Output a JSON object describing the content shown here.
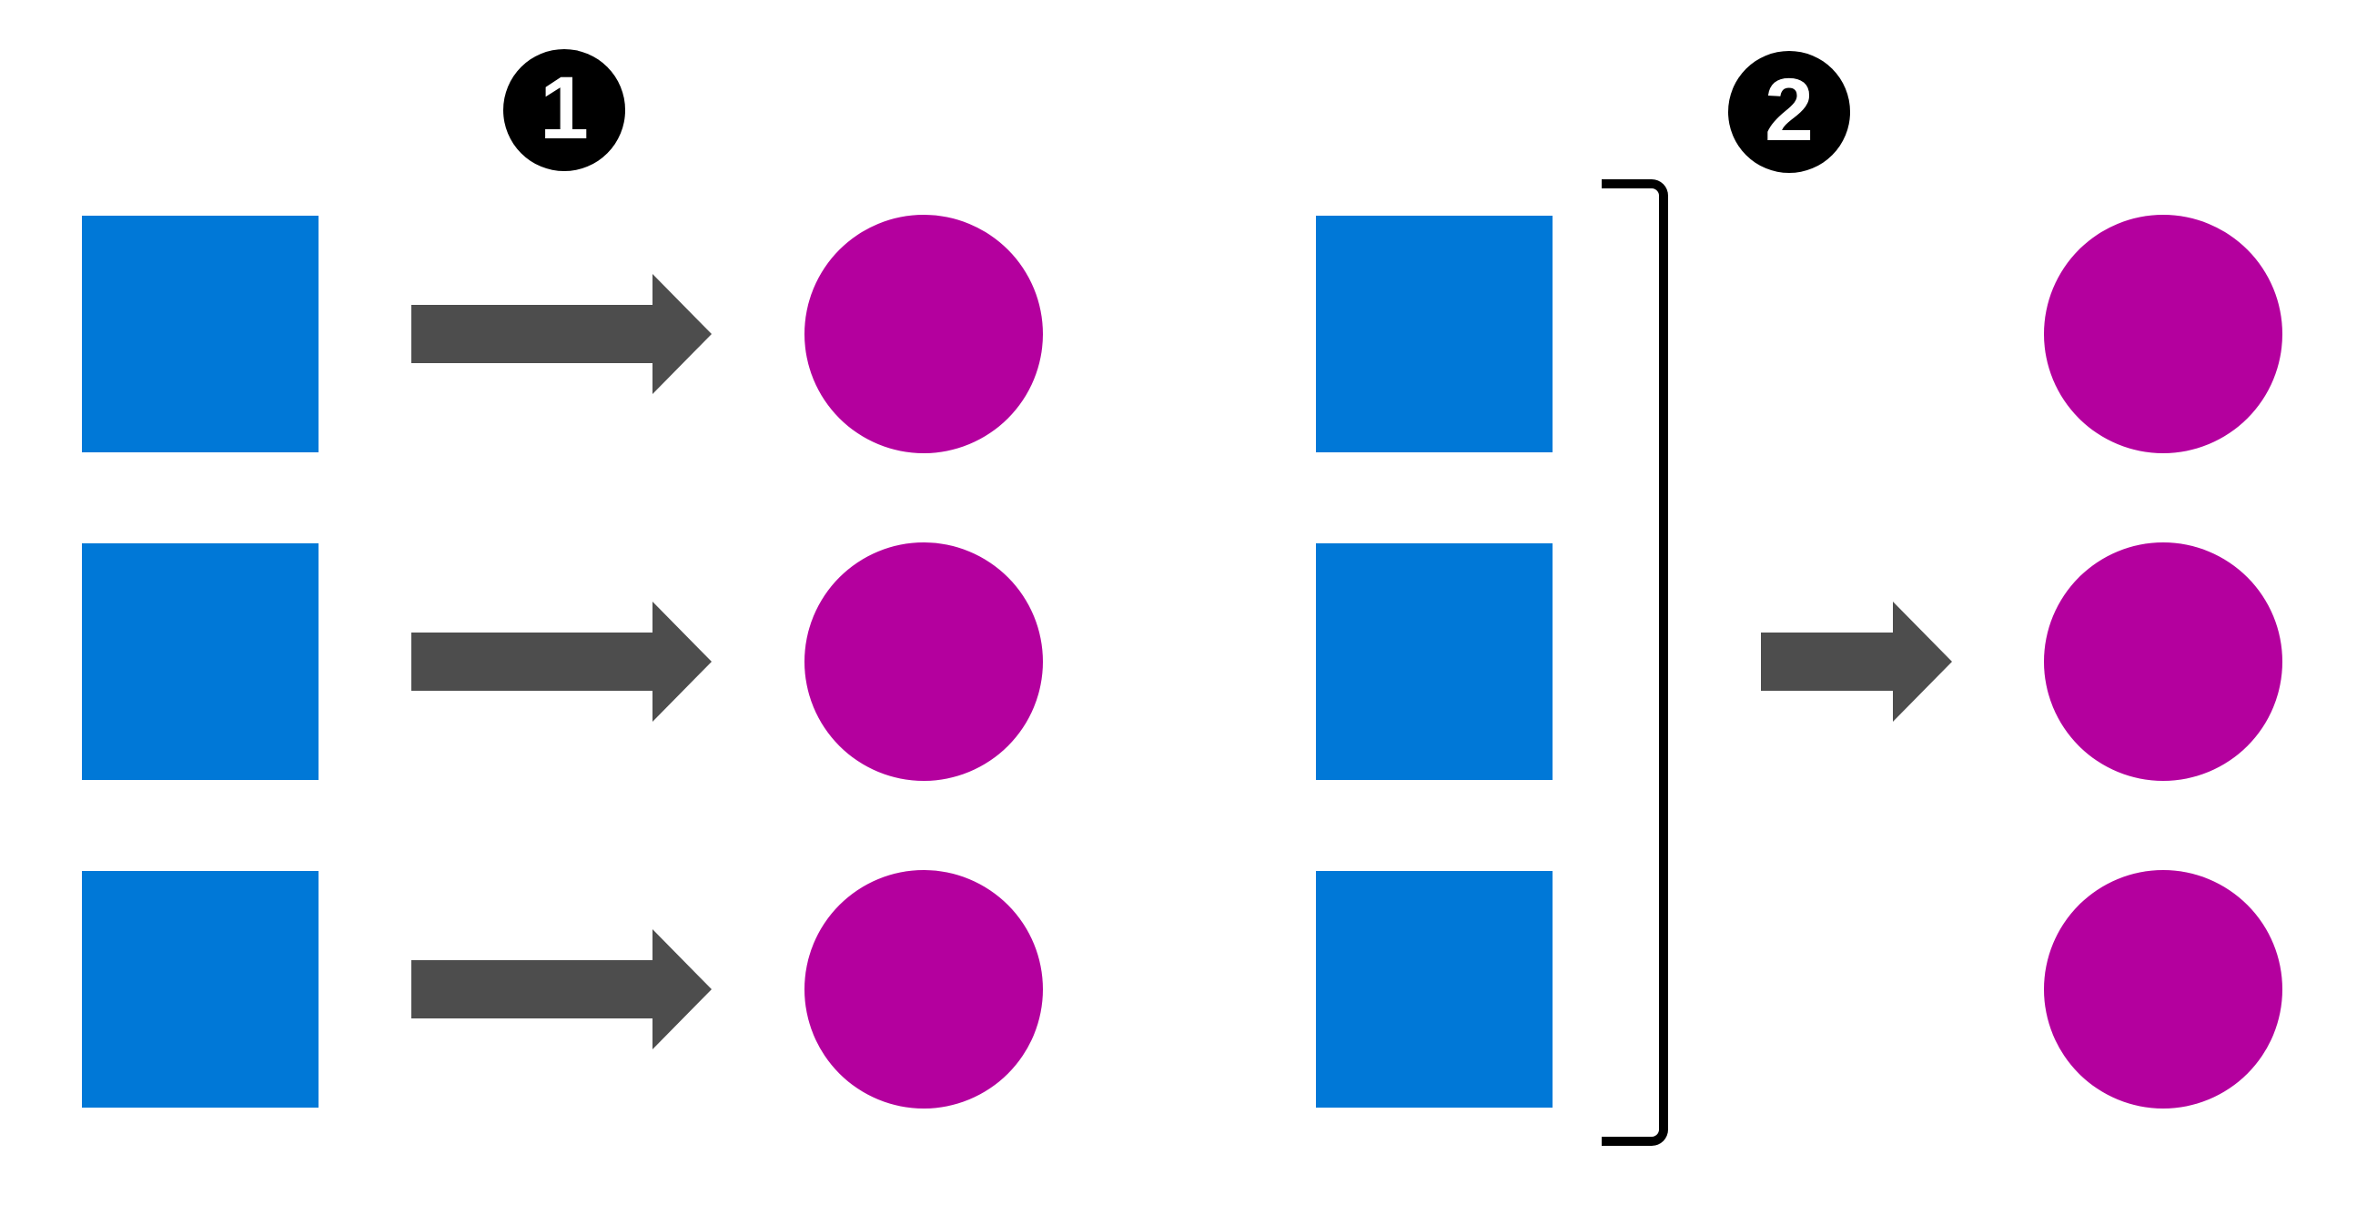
{
  "diagram": {
    "badges": [
      {
        "label": "1"
      },
      {
        "label": "2"
      }
    ],
    "colors": {
      "background": "#ffffff",
      "square": "#0078d7",
      "circle": "#b4009e",
      "arrow": "#4d4d4d",
      "bracket": "#000000",
      "badge_bg": "#000000",
      "badge_text": "#ffffff"
    },
    "step_1": {
      "squares": 3,
      "arrows": 3,
      "circles": 3
    },
    "step_2": {
      "squares": 3,
      "bracket": 1,
      "arrows": 1,
      "circles": 3
    }
  }
}
